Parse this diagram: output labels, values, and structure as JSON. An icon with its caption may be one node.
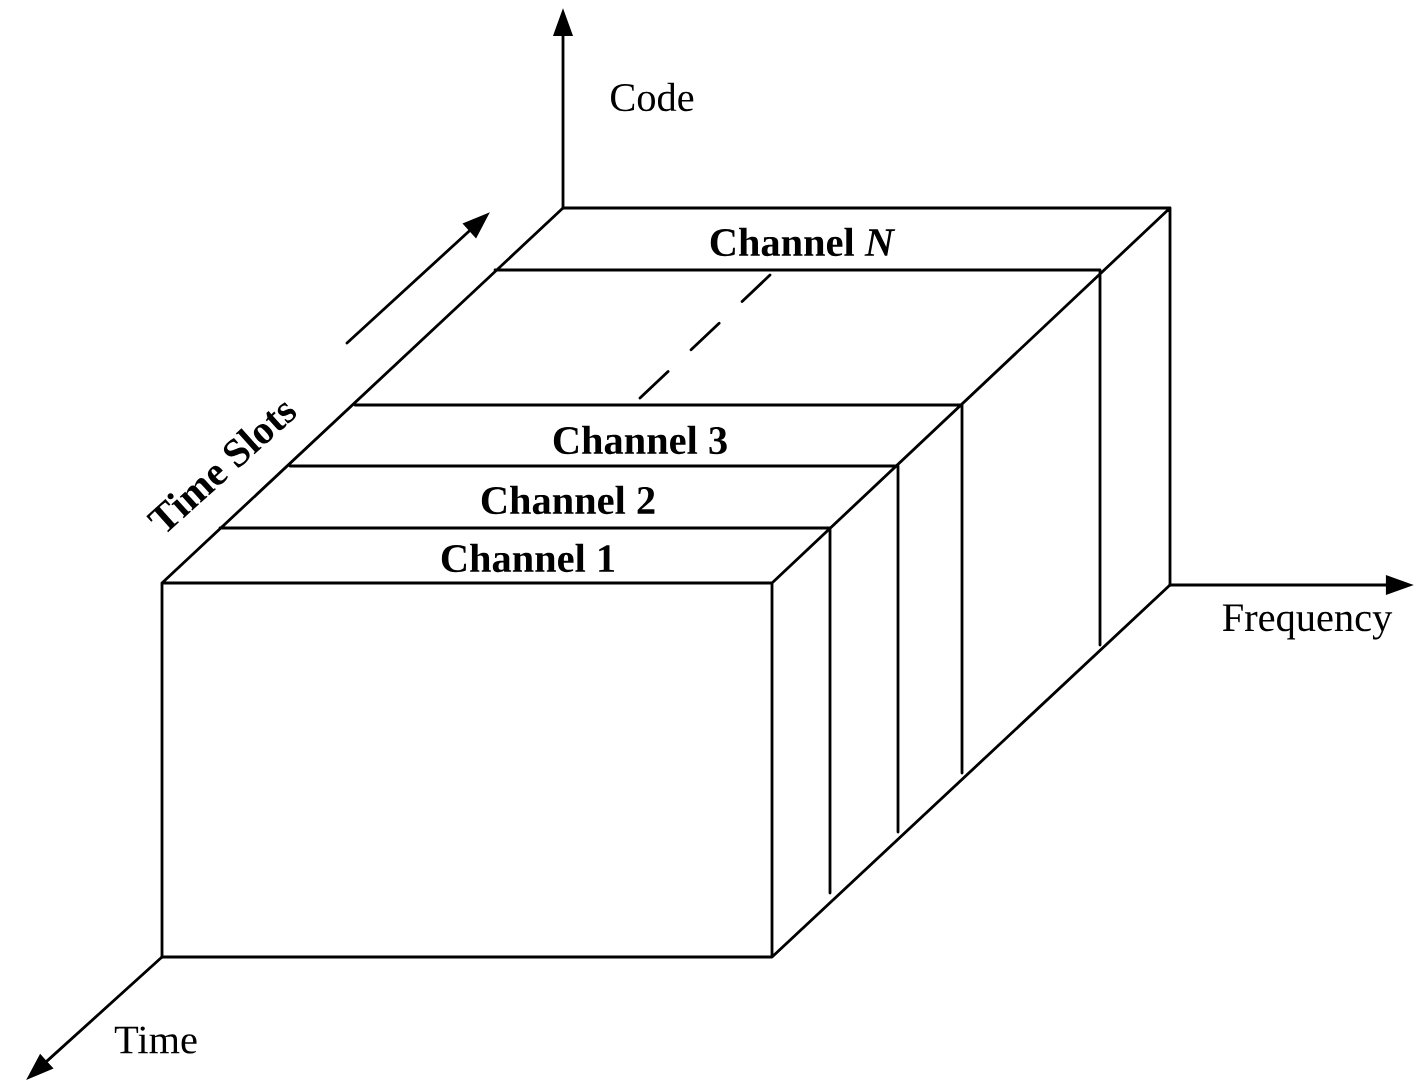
{
  "diagram": {
    "labels": [
      "Code",
      "Channel *N*",
      "Time Slots",
      "Channel 3",
      "Channel 2",
      "Channel 1",
      "Frequency",
      "Time"
    ]
  }
}
